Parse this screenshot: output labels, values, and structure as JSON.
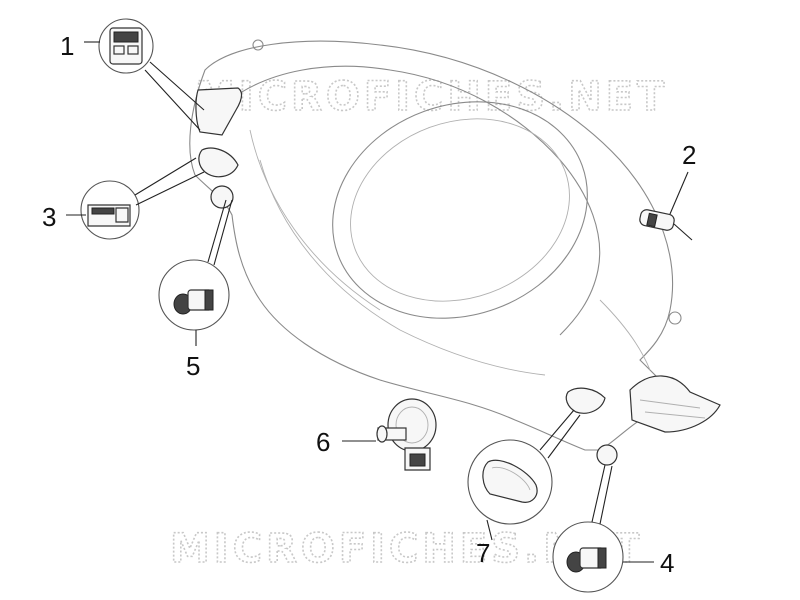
{
  "watermark": {
    "top": "MICROFICHES.NET",
    "bottom": "MICROFICHES.NET"
  },
  "callouts": [
    {
      "id": "1",
      "label": "1"
    },
    {
      "id": "2",
      "label": "2"
    },
    {
      "id": "3",
      "label": "3"
    },
    {
      "id": "4",
      "label": "4"
    },
    {
      "id": "5",
      "label": "5"
    },
    {
      "id": "6",
      "label": "6"
    },
    {
      "id": "7",
      "label": "7"
    }
  ]
}
